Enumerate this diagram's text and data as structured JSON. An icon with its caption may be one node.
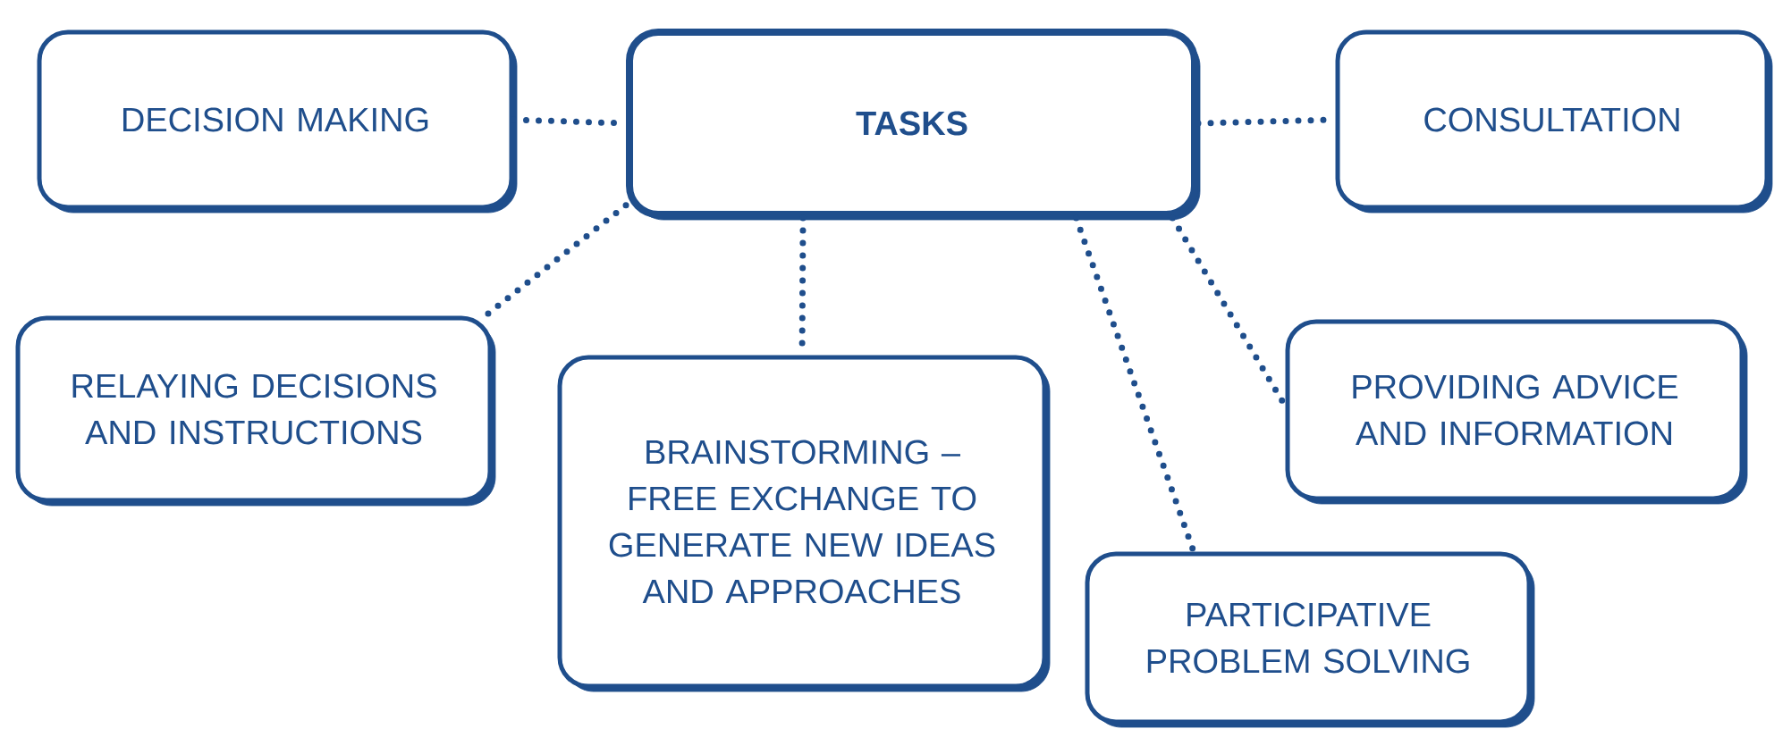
{
  "diagram": {
    "nodes": [
      {
        "text": [
          "TASKS"
        ]
      },
      {
        "text": [
          "DECISION MAKING"
        ]
      },
      {
        "text": [
          "CONSULTATION"
        ]
      },
      {
        "text": [
          "RELAYING DECISIONS AND INSTRUCTIONS"
        ]
      },
      {
        "text": [
          "BRAINSTORMING – FREE EXCHANGE TO GENERATE NEW IDEAS AND APPROACHES"
        ]
      },
      {
        "text": [
          "PROVIDING ADVICE AND INFORMATION"
        ]
      },
      {
        "text": [
          "PARTICIPATIVE PROBLEM SOLVING"
        ]
      }
    ],
    "edges": [
      {
        "from": 1,
        "to": 0,
        "arrow": "none"
      },
      {
        "from": 0,
        "to": 2,
        "arrow": "none"
      },
      {
        "from": 0,
        "to": 3,
        "arrow": "none"
      },
      {
        "from": 0,
        "to": 4,
        "arrow": "none"
      },
      {
        "from": 0,
        "to": 6,
        "arrow": "none"
      },
      {
        "from": 0,
        "to": 5,
        "arrow": "none"
      }
    ]
  }
}
